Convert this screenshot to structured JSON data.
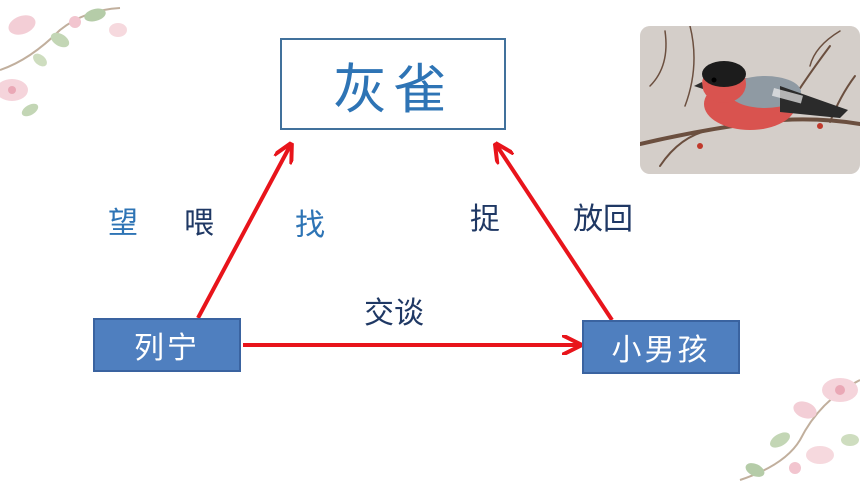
{
  "title": "灰雀",
  "nodes": {
    "left": "列宁",
    "right": "小男孩"
  },
  "verbs": {
    "wang": "望",
    "wei": "喂",
    "zhao": "找",
    "zhuo": "捉",
    "fanghui": "放回",
    "jiaotan": "交谈"
  },
  "colors": {
    "arrow": "#e8141b",
    "node_fill": "#4f7fbf",
    "title_text": "#2e74b5"
  },
  "icons": [
    "bullfinch-photo",
    "flower-decoration"
  ]
}
